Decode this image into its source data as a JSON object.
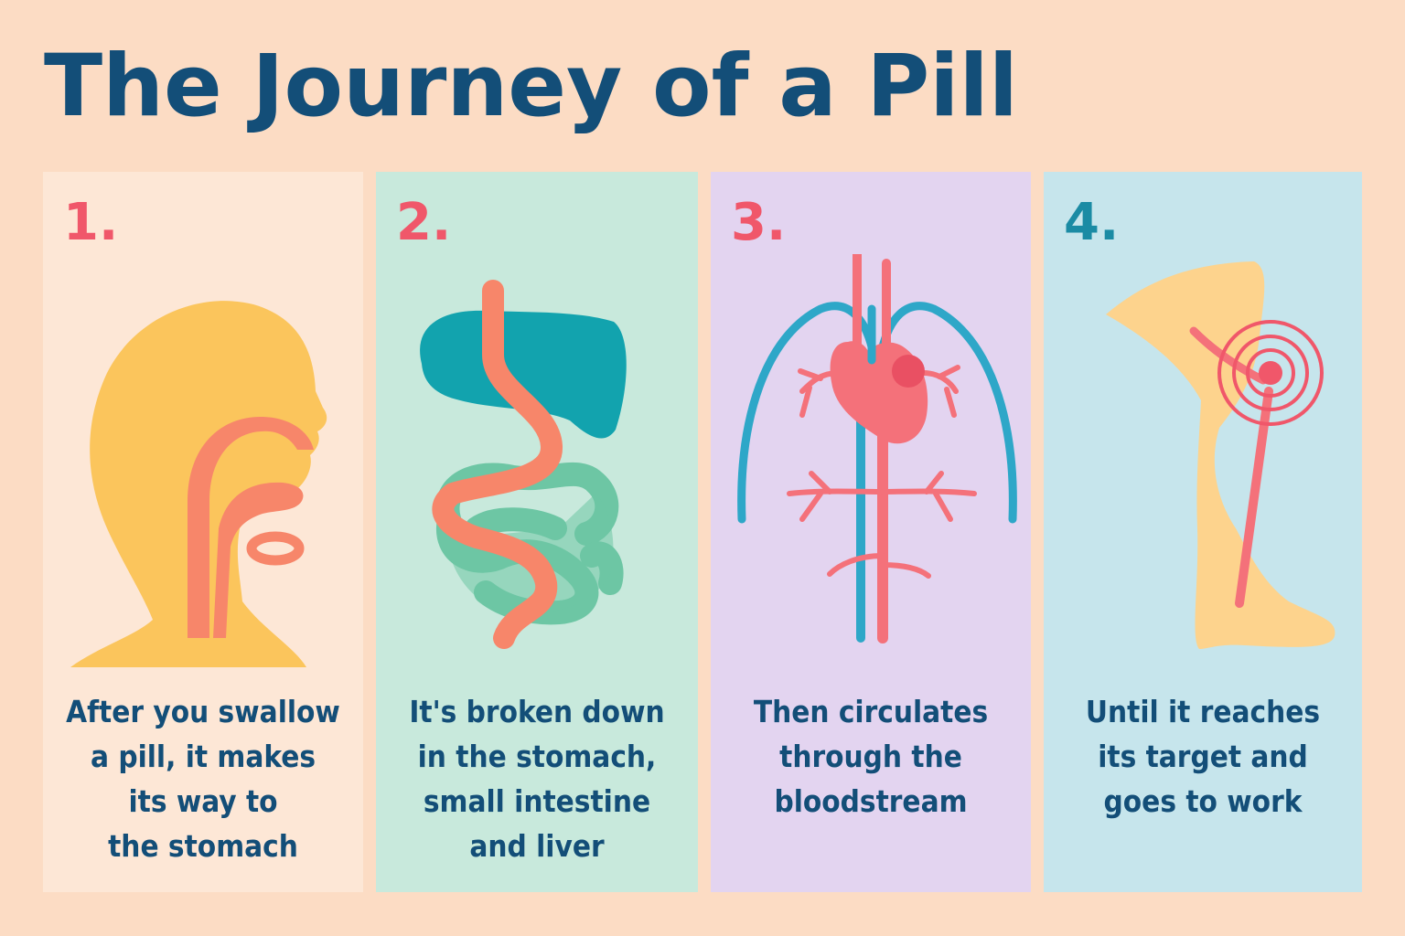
{
  "title": "The Journey of a Pill",
  "colors": {
    "title": "#134e78",
    "number_red": "#f0576a",
    "number_teal": "#1b8ba4",
    "head_yellow": "#fbc55c",
    "organ_orange": "#f7866a",
    "liver_teal": "#12a3ae",
    "intestine_green": "#6dc6a4",
    "vessel_blue": "#2ea7c8",
    "vessel_red": "#f4717a"
  },
  "steps": [
    {
      "number": "1.",
      "caption": "After you swallow\na pill, it makes\nits way to\nthe stomach",
      "icon": "head-cross-section-icon"
    },
    {
      "number": "2.",
      "caption": "It's broken down\nin the stomach,\nsmall intestine\nand liver",
      "icon": "digestive-system-icon"
    },
    {
      "number": "3.",
      "caption": "Then circulates\nthrough the\nbloodstream",
      "icon": "heart-circulation-icon"
    },
    {
      "number": "4.",
      "caption": "Until it reaches\nits target and\ngoes to work",
      "icon": "leg-target-icon"
    }
  ]
}
